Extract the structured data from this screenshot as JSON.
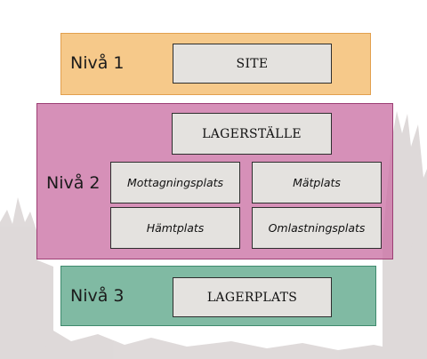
{
  "levels": [
    {
      "label": "Nivå 1",
      "boxes": [
        "SITE"
      ]
    },
    {
      "label": "Nivå 2",
      "boxes": [
        "LAGERSTÄLLE",
        "Mottagningsplats",
        "Mätplats",
        "Hämtplats",
        "Omlastningsplats"
      ]
    },
    {
      "label": "Nivå 3",
      "boxes": [
        "LAGERPLATS"
      ]
    }
  ],
  "colors": {
    "level_1": "#f6c98a",
    "level_2": "#cd78a8",
    "level_3": "#6eb096",
    "box_fill": "#e4e2df"
  },
  "background_image": "forest-trees-silhouette"
}
